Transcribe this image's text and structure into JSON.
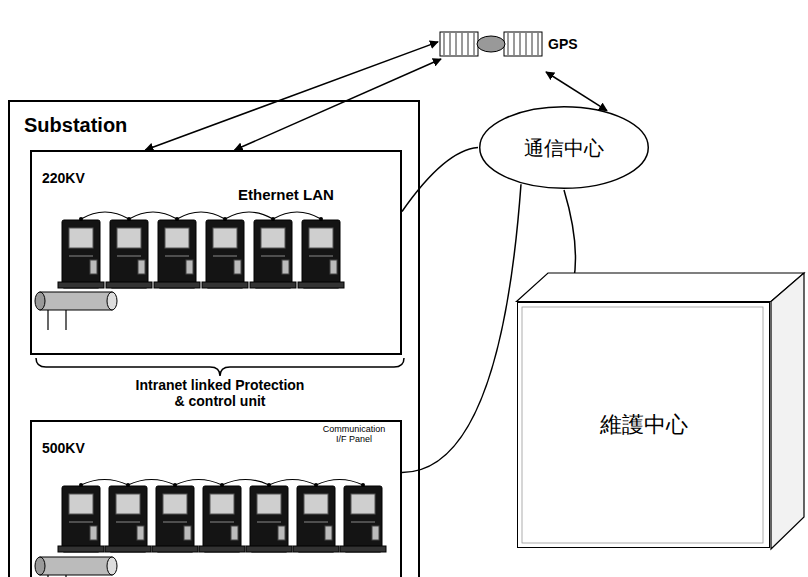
{
  "diagram": {
    "nodes": [
      {
        "text": [
          "Substation"
        ]
      },
      {
        "text": [
          "220KV",
          "Ethernet LAN"
        ],
        "in": 0
      },
      {
        "text": [
          "500KV"
        ],
        "in": 0
      },
      {
        "text": [
          "GPS"
        ]
      },
      {
        "text": [
          "通信中心"
        ]
      },
      {
        "text": [
          "維護中心"
        ]
      }
    ],
    "edges": [
      {
        "from": 3,
        "to": 1,
        "arrow": "both"
      },
      {
        "from": 3,
        "to": 1,
        "arrow": "both"
      },
      {
        "from": 3,
        "to": 4,
        "arrow": "both"
      },
      {
        "from": 1,
        "to": 4,
        "arrow": "none"
      },
      {
        "from": 2,
        "to": 4,
        "arrow": "none"
      },
      {
        "from": 4,
        "to": 5,
        "arrow": "none"
      }
    ],
    "labels": [
      "Intranet linked Protection & control unit",
      "Communication I/F Panel"
    ]
  }
}
